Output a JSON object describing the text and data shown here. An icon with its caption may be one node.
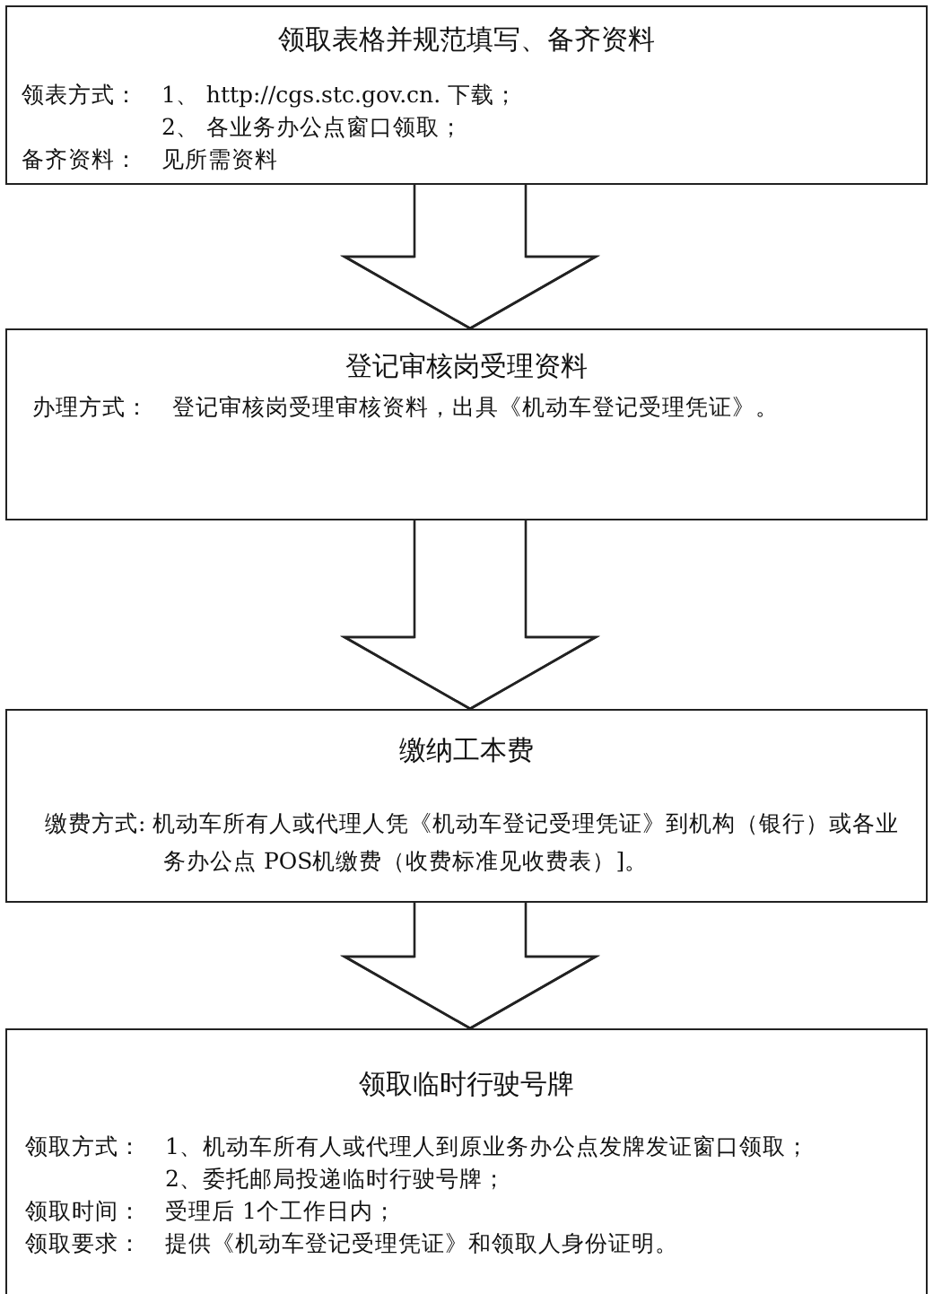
{
  "diagram": {
    "nodes": [
      {
        "text": [
          "领取表格并规范填写、备齐资料",
          "领表方式：",
          "1、 http://cgs.stc.gov.cn. 下载；",
          "2、 各业务办公点窗口领取；",
          "备齐资料：",
          "见所需资料"
        ]
      },
      {
        "text": [
          "登记审核岗受理资料",
          "办理方式：",
          "登记审核岗受理审核资料，出具《机动车登记受理凭证》。"
        ]
      },
      {
        "text": [
          "缴纳工本费",
          "缴费方式: 机动车所有人或代理人凭《机动车登记受理凭证》到机构（银行）或各业务办公点 POS机缴费（收费标准见收费表）]。"
        ]
      },
      {
        "text": [
          "领取临时行驶号牌",
          "领取方式：",
          "1、机动车所有人或代理人到原业务办公点发牌发证窗口领取；",
          "2、委托邮局投递临时行驶号牌；",
          "领取时间：",
          "受理后 1个工作日内；",
          "领取要求：",
          "提供《机动车登记受理凭证》和领取人身份证明。"
        ]
      }
    ],
    "edges": [
      {
        "from": 0,
        "to": 1,
        "arrow": "to"
      },
      {
        "from": 1,
        "to": 2,
        "arrow": "to"
      },
      {
        "from": 2,
        "to": 3,
        "arrow": "to"
      }
    ]
  }
}
